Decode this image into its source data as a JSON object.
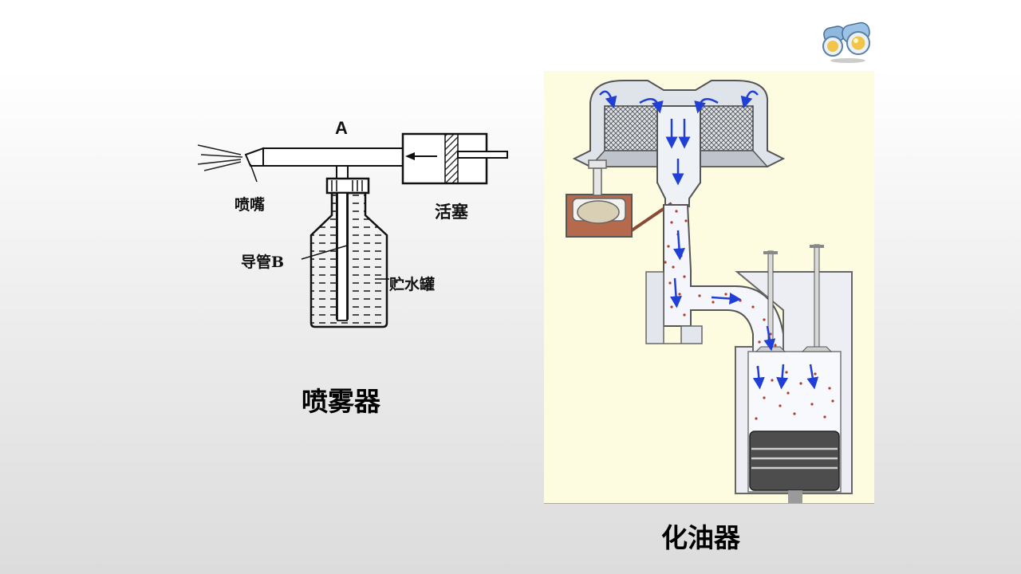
{
  "sprayer": {
    "label_a": "A",
    "nozzle_label": "喷嘴",
    "piston_label": "活塞",
    "tube_label": "导管B",
    "tank_label": "贮水罐",
    "caption": "喷雾器"
  },
  "carburetor": {
    "caption": "化油器"
  },
  "icons": {
    "corner": "binoculars-icon"
  },
  "colors": {
    "flow_arrow": "#1f3fd6",
    "fuel_droplet": "#b23b2a",
    "panel_bg": "#fdfbe0"
  }
}
